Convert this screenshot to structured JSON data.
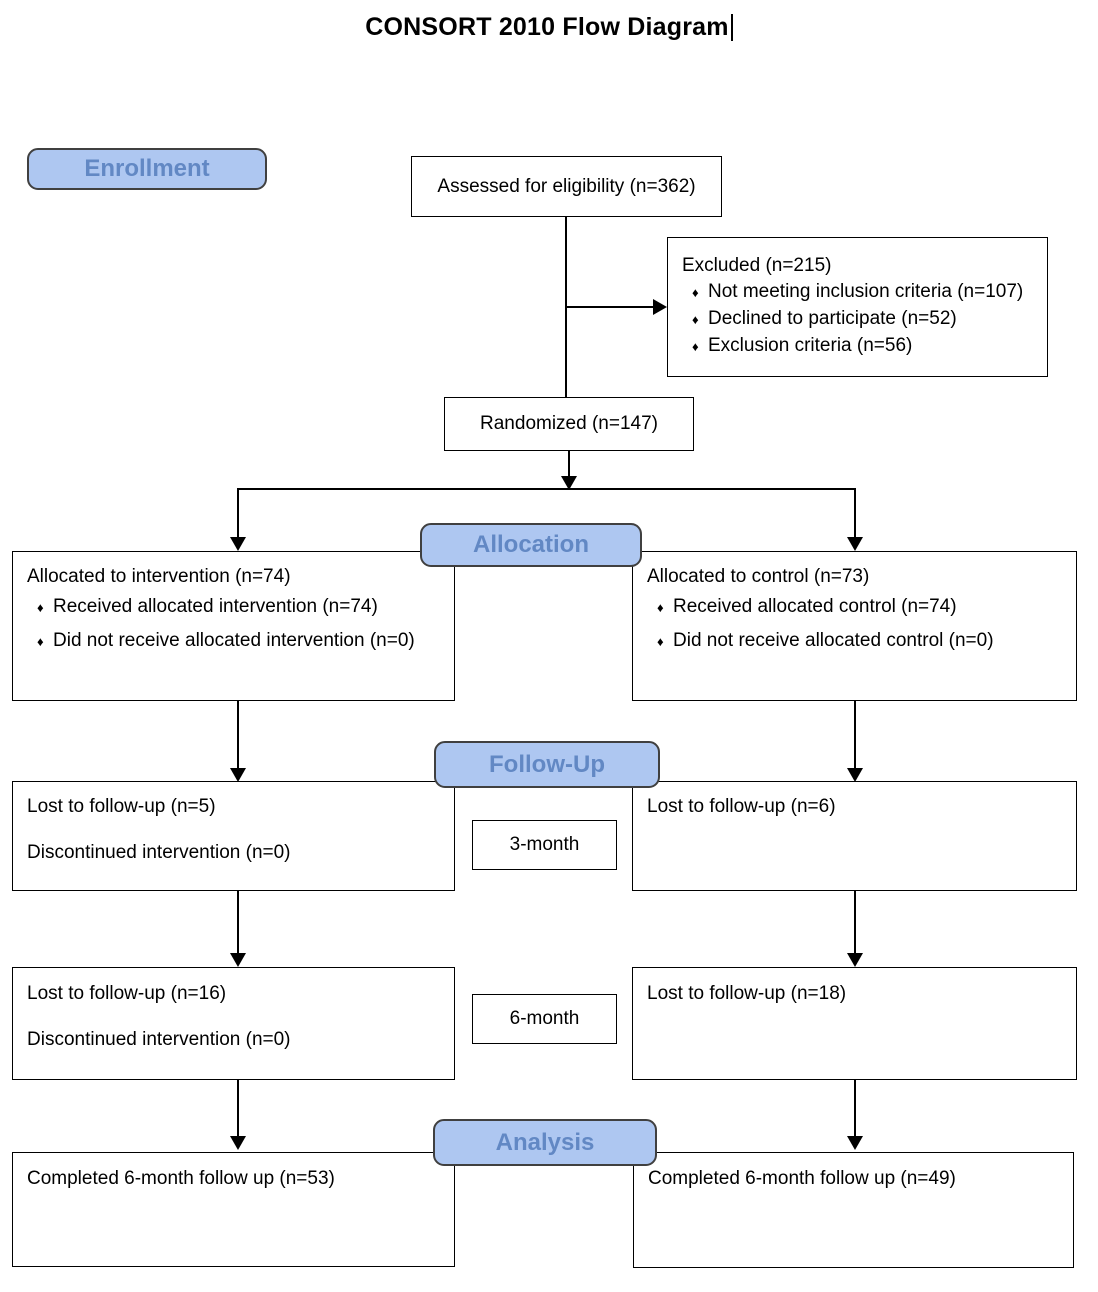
{
  "title": {
    "text": "CONSORT 2010 Flow Diagram"
  },
  "stage_labels": {
    "enrollment": "Enrollment",
    "allocation": "Allocation",
    "followup": "Follow-Up",
    "analysis": "Analysis"
  },
  "glyphs": {
    "bullet": "♦"
  },
  "flow": {
    "assessed": {
      "text": "Assessed for eligibility (n=362)"
    },
    "excluded": {
      "title": "Excluded (n=215)",
      "bullets": [
        "Not meeting inclusion criteria (n=107)",
        "Declined to participate (n=52)",
        "Exclusion criteria (n=56)"
      ]
    },
    "randomized": {
      "text": "Randomized (n=147)"
    },
    "allocated_intervention": {
      "title": "Allocated to intervention (n=74)",
      "bullets": [
        "Received allocated intervention (n=74)",
        "Did not receive allocated intervention (n=0)"
      ]
    },
    "allocated_control": {
      "title": "Allocated to control (n=73)",
      "bullets": [
        "Received allocated control (n=74)",
        "Did not receive allocated control (n=0)"
      ]
    },
    "followup_3month_intervention": {
      "line1": "Lost to follow-up (n=5)",
      "line2": "Discontinued intervention (n=0)"
    },
    "followup_3month_control": {
      "line1": "Lost to follow-up (n=6)"
    },
    "timepoint_3month": "3-month",
    "followup_6month_intervention": {
      "line1": "Lost to follow-up (n=16)",
      "line2": "Discontinued intervention (n=0)"
    },
    "followup_6month_control": {
      "line1": "Lost to follow-up (n=18)"
    },
    "timepoint_6month": "6-month",
    "analysis_intervention": {
      "text": "Completed 6-month follow up (n=53)"
    },
    "analysis_control": {
      "text": "Completed 6-month follow up (n=49)"
    }
  },
  "colors": {
    "stage_fill": "#aec7f1",
    "stage_text": "#6288c4",
    "stage_border": "#404040",
    "box_border": "#000000",
    "background": "#ffffff"
  }
}
